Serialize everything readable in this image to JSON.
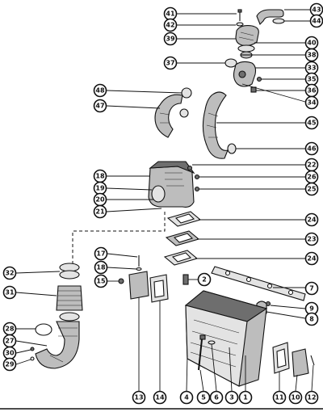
{
  "diagram": {
    "callouts": [
      {
        "id": "c41",
        "label": "41"
      },
      {
        "id": "c42",
        "label": "42"
      },
      {
        "id": "c39",
        "label": "39"
      },
      {
        "id": "c43",
        "label": "43"
      },
      {
        "id": "c44",
        "label": "44"
      },
      {
        "id": "c40",
        "label": "40"
      },
      {
        "id": "c38",
        "label": "38"
      },
      {
        "id": "c37",
        "label": "37"
      },
      {
        "id": "c33",
        "label": "33"
      },
      {
        "id": "c35",
        "label": "35"
      },
      {
        "id": "c36",
        "label": "36"
      },
      {
        "id": "c34",
        "label": "34"
      },
      {
        "id": "c48",
        "label": "48"
      },
      {
        "id": "c47",
        "label": "47"
      },
      {
        "id": "c45",
        "label": "45"
      },
      {
        "id": "c46",
        "label": "46"
      },
      {
        "id": "c18a",
        "label": "18"
      },
      {
        "id": "c19",
        "label": "19"
      },
      {
        "id": "c20",
        "label": "20"
      },
      {
        "id": "c21",
        "label": "21"
      },
      {
        "id": "c22",
        "label": "22"
      },
      {
        "id": "c26",
        "label": "26"
      },
      {
        "id": "c25",
        "label": "25"
      },
      {
        "id": "c24a",
        "label": "24"
      },
      {
        "id": "c23",
        "label": "23"
      },
      {
        "id": "c24b",
        "label": "24"
      },
      {
        "id": "c32",
        "label": "32"
      },
      {
        "id": "c17",
        "label": "17"
      },
      {
        "id": "c18b",
        "label": "18"
      },
      {
        "id": "c15",
        "label": "15"
      },
      {
        "id": "c31",
        "label": "31"
      },
      {
        "id": "c2",
        "label": "2"
      },
      {
        "id": "c7",
        "label": "7"
      },
      {
        "id": "c9",
        "label": "9"
      },
      {
        "id": "c8",
        "label": "8"
      },
      {
        "id": "c28",
        "label": "28"
      },
      {
        "id": "c27",
        "label": "27"
      },
      {
        "id": "c30",
        "label": "30"
      },
      {
        "id": "c29",
        "label": "29"
      },
      {
        "id": "c13",
        "label": "13"
      },
      {
        "id": "c14",
        "label": "14"
      },
      {
        "id": "c4",
        "label": "4"
      },
      {
        "id": "c5",
        "label": "5"
      },
      {
        "id": "c6",
        "label": "6"
      },
      {
        "id": "c3",
        "label": "3"
      },
      {
        "id": "c1",
        "label": "1"
      },
      {
        "id": "c11",
        "label": "11"
      },
      {
        "id": "c10",
        "label": "10"
      },
      {
        "id": "c12",
        "label": "12"
      }
    ]
  }
}
